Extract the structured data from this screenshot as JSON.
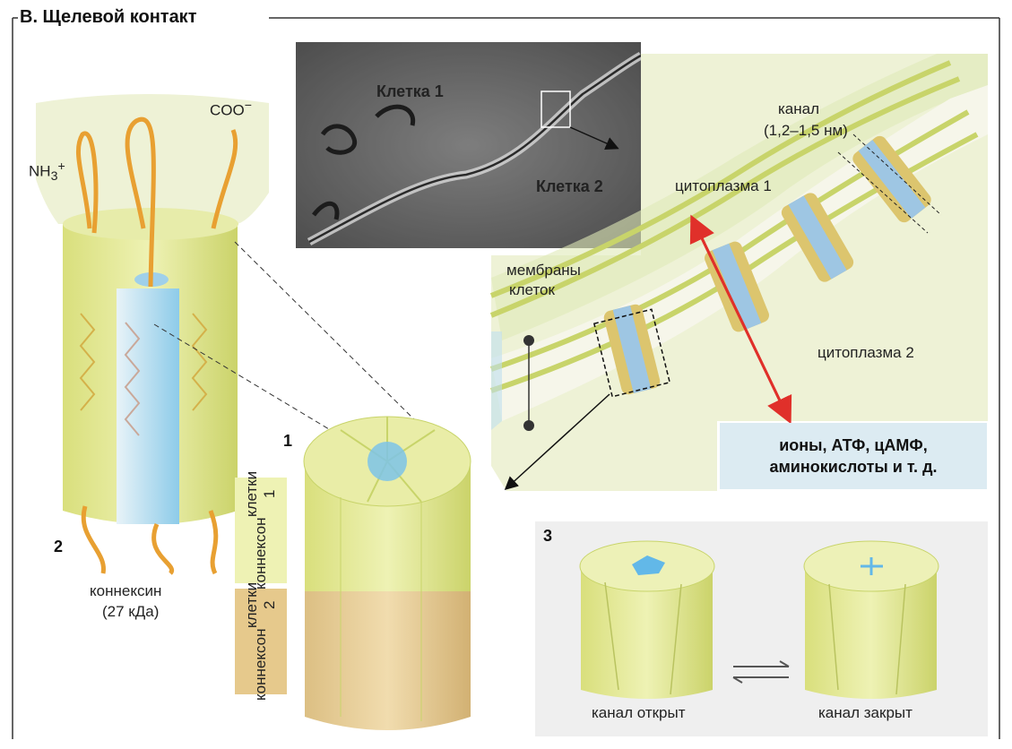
{
  "title": "В. Щелевой контакт",
  "micrograph": {
    "cell1": "Клетка 1",
    "cell2": "Клетка 2"
  },
  "channel_diagram": {
    "channel_label": "канал",
    "channel_size": "(1,2–1,5 нм)",
    "cytoplasm1": "цитоплазма 1",
    "cytoplasm2": "цитоплазма 2",
    "membranes": "мембраны",
    "membranes2": "клеток",
    "molecules_line1": "ионы, АТФ, цАМФ,",
    "molecules_line2": "аминокислоты и т. д."
  },
  "connexin": {
    "number": "2",
    "nh3": "NH",
    "nh3_sub": "3",
    "nh3_sup": "+",
    "coo": "COO",
    "coo_sup": "−",
    "name": "коннексин",
    "mass": "(27 кДа)"
  },
  "connexon": {
    "number": "1",
    "cell1_line1": "коннексон",
    "cell1_line2": "клетки 1",
    "cell2_line1": "коннексон",
    "cell2_line2": "клетки 2"
  },
  "gating": {
    "number": "3",
    "open": "канал открыт",
    "closed": "канал закрыт"
  },
  "colors": {
    "yellow_green": "#e4ea9a",
    "dark_green": "#c8d46a",
    "tan": "#e6c98c",
    "blue": "#7cc3e8",
    "red_arrow": "#e0302a",
    "orange_chain": "#e8a032",
    "background_green": "#eef2d6"
  }
}
